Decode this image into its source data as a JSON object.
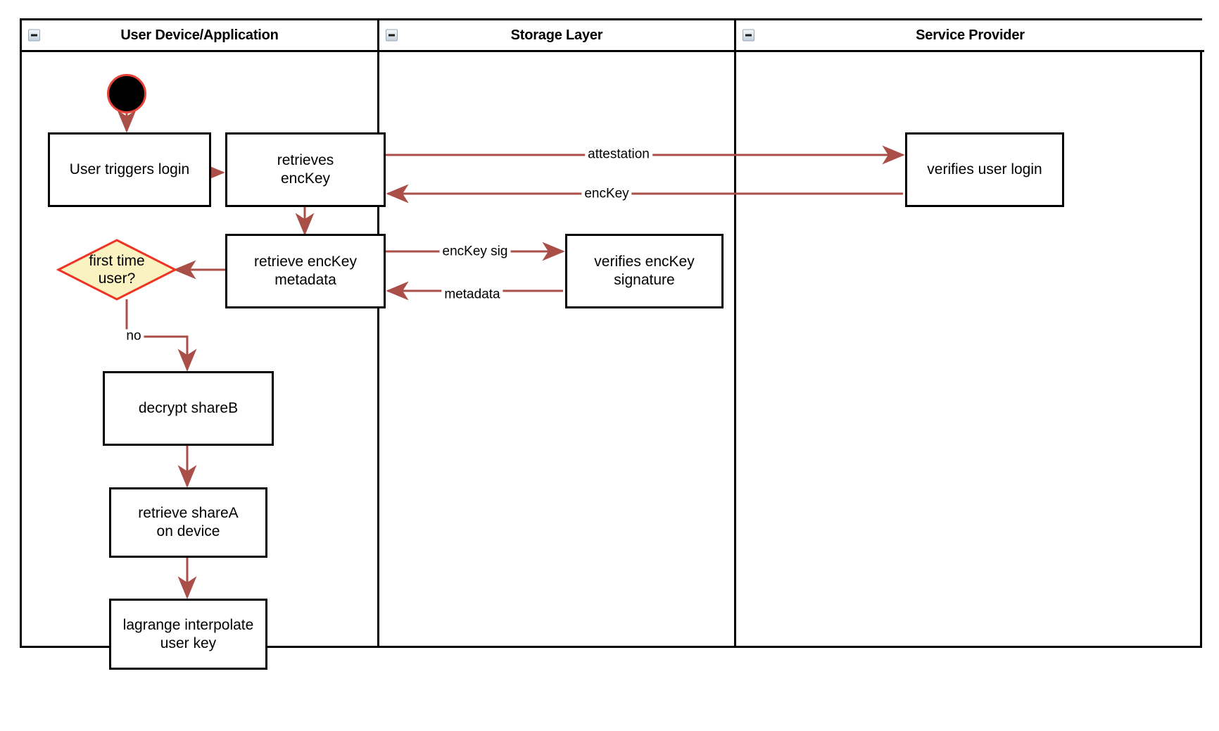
{
  "diagram": {
    "type": "swimlane-activity-diagram",
    "accent_arrow_color": "#A94F48",
    "decision_fill": "#FAF2C0",
    "decision_stroke": "#EE3322",
    "start_node_fill": "#000000",
    "start_node_stroke": "#E8423A",
    "node_stroke": "#000000",
    "node_fill": "#FFFFFF"
  },
  "lanes": [
    {
      "id": "user-device",
      "title": "User Device/Application",
      "collapse_icon": "minus-box-icon"
    },
    {
      "id": "storage-layer",
      "title": "Storage Layer",
      "collapse_icon": "minus-box-icon"
    },
    {
      "id": "service-provider",
      "title": "Service Provider",
      "collapse_icon": "minus-box-icon"
    }
  ],
  "nodes": {
    "start": {
      "name": "start-node",
      "label": ""
    },
    "user_triggers_login": {
      "label": "User triggers login"
    },
    "retrieves_enckey": {
      "label": "retrieves\nencKey"
    },
    "retrieve_enckey_metadata": {
      "label": "retrieve encKey\nmetadata"
    },
    "first_time_user": {
      "label": "first time\nuser?"
    },
    "decrypt_shareb": {
      "label": "decrypt shareB"
    },
    "retrieve_sharea": {
      "label": "retrieve shareA\non device"
    },
    "lagrange_interpolate": {
      "label": "lagrange interpolate\nuser key"
    },
    "verifies_enckey_signature": {
      "label": "verifies encKey\nsignature"
    },
    "verifies_user_login": {
      "label": "verifies user login"
    }
  },
  "edge_labels": {
    "attestation": "attestation",
    "enckey": "encKey",
    "enckey_sig": "encKey sig",
    "metadata": "metadata",
    "no": "no"
  }
}
